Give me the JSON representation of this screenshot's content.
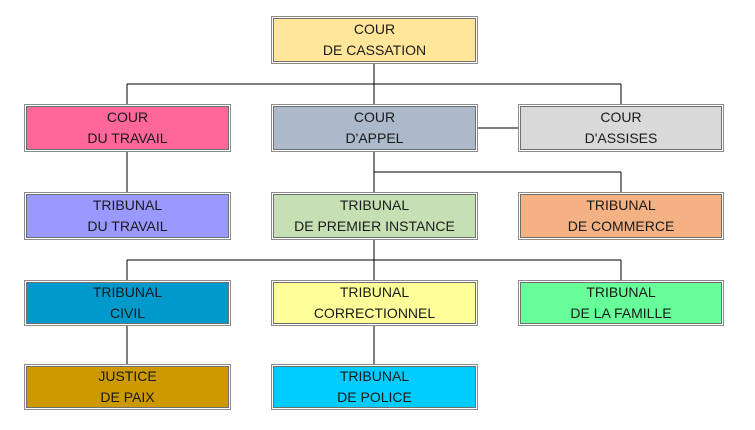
{
  "nodes": {
    "cassation": {
      "line1": "COUR",
      "line2": "DE CASSATION",
      "color": "#ffe699"
    },
    "travail_cour": {
      "line1": "COUR",
      "line2": "DU TRAVAIL",
      "color": "#ff6699"
    },
    "appel": {
      "line1": "COUR",
      "line2": "D'APPEL",
      "color": "#acb9ca"
    },
    "assises": {
      "line1": "COUR",
      "line2": "D'ASSISES",
      "color": "#d9d9d9"
    },
    "travail_trib": {
      "line1": "TRIBUNAL",
      "line2": "DU TRAVAIL",
      "color": "#9999ff"
    },
    "premiere_instance": {
      "line1": "TRIBUNAL",
      "line2": "DE PREMIER INSTANCE",
      "color": "#c6e0b4"
    },
    "commerce": {
      "line1": "TRIBUNAL",
      "line2": "DE COMMERCE",
      "color": "#f4b183"
    },
    "civil": {
      "line1": "TRIBUNAL",
      "line2": "CIVIL",
      "color": "#0099cc"
    },
    "correctionnel": {
      "line1": "TRIBUNAL",
      "line2": "CORRECTIONNEL",
      "color": "#ffff99"
    },
    "famille": {
      "line1": "TRIBUNAL",
      "line2": "DE LA FAMILLE",
      "color": "#66ff99"
    },
    "justice_paix": {
      "line1": "JUSTICE",
      "line2": "DE PAIX",
      "color": "#cc9900"
    },
    "police": {
      "line1": "TRIBUNAL",
      "line2": "DE POLICE",
      "color": "#00ccff"
    }
  },
  "edges": [
    [
      "cassation",
      "travail_cour"
    ],
    [
      "cassation",
      "appel"
    ],
    [
      "cassation",
      "assises"
    ],
    [
      "appel",
      "assises"
    ],
    [
      "travail_cour",
      "travail_trib"
    ],
    [
      "appel",
      "premiere_instance"
    ],
    [
      "appel",
      "commerce"
    ],
    [
      "premiere_instance",
      "civil"
    ],
    [
      "premiere_instance",
      "correctionnel"
    ],
    [
      "premiere_instance",
      "famille"
    ],
    [
      "civil",
      "justice_paix"
    ],
    [
      "correctionnel",
      "police"
    ]
  ]
}
